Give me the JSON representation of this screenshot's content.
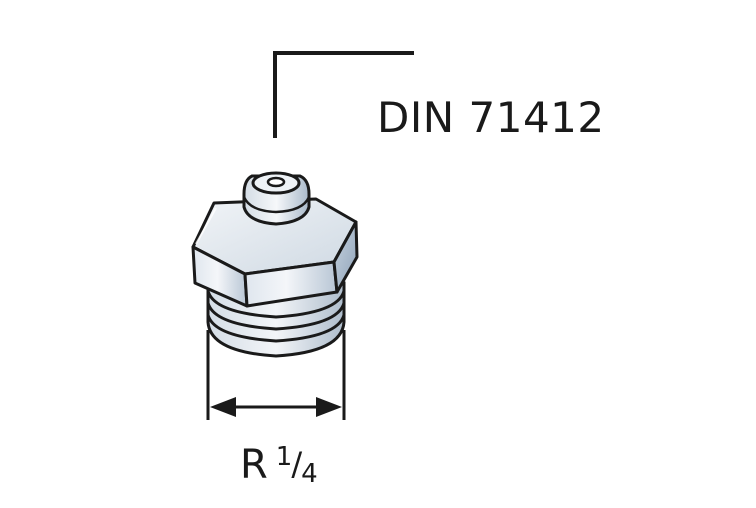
{
  "diagram": {
    "standard_label": "DIN 71412",
    "thread_size": {
      "prefix": "R",
      "numerator": "1",
      "slash": "/",
      "denominator": "4"
    },
    "colors": {
      "line": "#1a1a1a",
      "body_light": "#f2f4f6",
      "body_mid": "#c9d4df",
      "body_dark": "#93a7bc"
    },
    "parts": [
      "grease-nipple",
      "hex-nut",
      "threaded-shank",
      "leader-line",
      "dimension-arrow"
    ]
  }
}
